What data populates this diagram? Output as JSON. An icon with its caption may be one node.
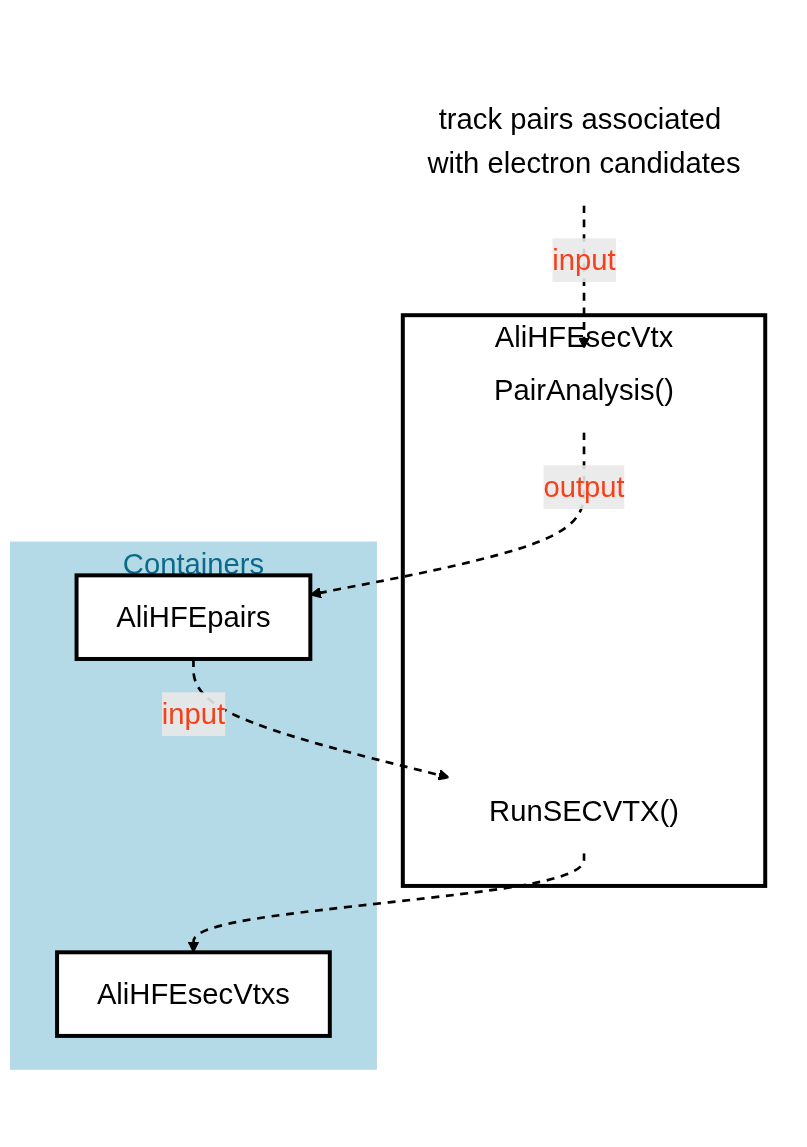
{
  "diagram": {
    "nodes": [
      {
        "text": [
          "track pairs associated with electron candidates"
        ]
      },
      {
        "text": [
          "AliHFEsecVtx"
        ]
      },
      {
        "text": [
          "PairAnalysis()"
        ],
        "in": 1
      },
      {
        "text": [
          "RunSECVTX()"
        ],
        "in": 1
      },
      {
        "text": [
          "Containers"
        ]
      },
      {
        "text": [
          "AliHFEpairs"
        ],
        "in": 4
      },
      {
        "text": [
          "AliHFEsecVtxs"
        ],
        "in": 4
      }
    ],
    "edges": [
      {
        "from": 0,
        "to": 2,
        "arrow": "to",
        "label": "input",
        "style": "dashed"
      },
      {
        "from": 5,
        "to": 3,
        "arrow": "to",
        "label": "input",
        "style": "dashed"
      },
      {
        "from": 2,
        "to": 5,
        "arrow": "to",
        "label": "output",
        "style": "dashed"
      },
      {
        "from": 3,
        "to": 6,
        "arrow": "to",
        "style": "dashed"
      }
    ]
  }
}
